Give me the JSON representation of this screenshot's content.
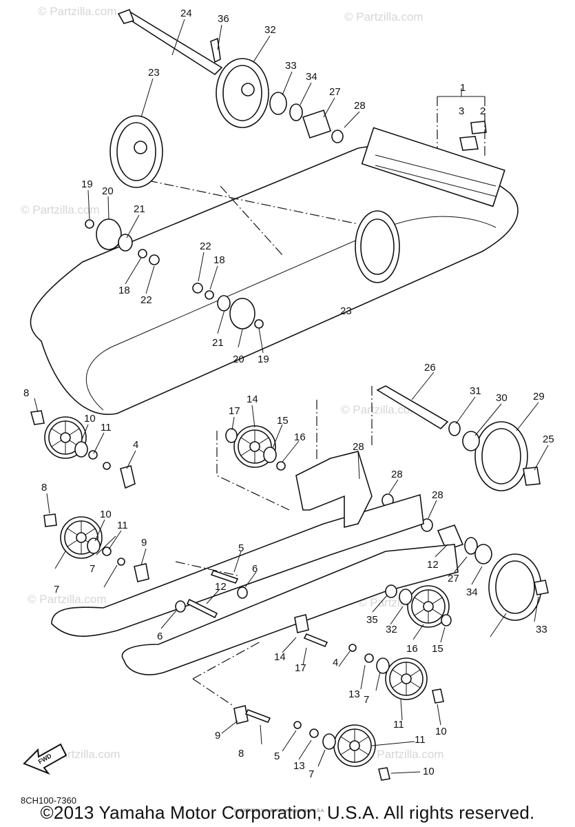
{
  "watermark": "© Partzilla.com",
  "catalog_code": "8CH100-7360",
  "fwd_label": "FWD",
  "small_credit": "(c) 2005-2016 Yamaha Motor Corporation, U.S.A.",
  "copyright": "©2013 Yamaha Motor Corporation, U.S.A. All rights reserved.",
  "callouts": [
    "24",
    "36",
    "32",
    "33",
    "34",
    "27",
    "28",
    "1",
    "3",
    "2",
    "23",
    "19",
    "20",
    "21",
    "22",
    "18",
    "18",
    "22",
    "23",
    "21",
    "20",
    "19",
    "8",
    "10",
    "11",
    "4",
    "17",
    "14",
    "15",
    "16",
    "26",
    "31",
    "30",
    "29",
    "25",
    "28",
    "28",
    "28",
    "8",
    "10",
    "11",
    "7",
    "7",
    "9",
    "5",
    "6",
    "12",
    "6",
    "12",
    "27",
    "34",
    "33",
    "35",
    "32",
    "16",
    "15",
    "14",
    "17",
    "4",
    "13",
    "7",
    "11",
    "10",
    "9",
    "8",
    "5",
    "13",
    "7",
    "11",
    "10",
    "9",
    "8"
  ]
}
